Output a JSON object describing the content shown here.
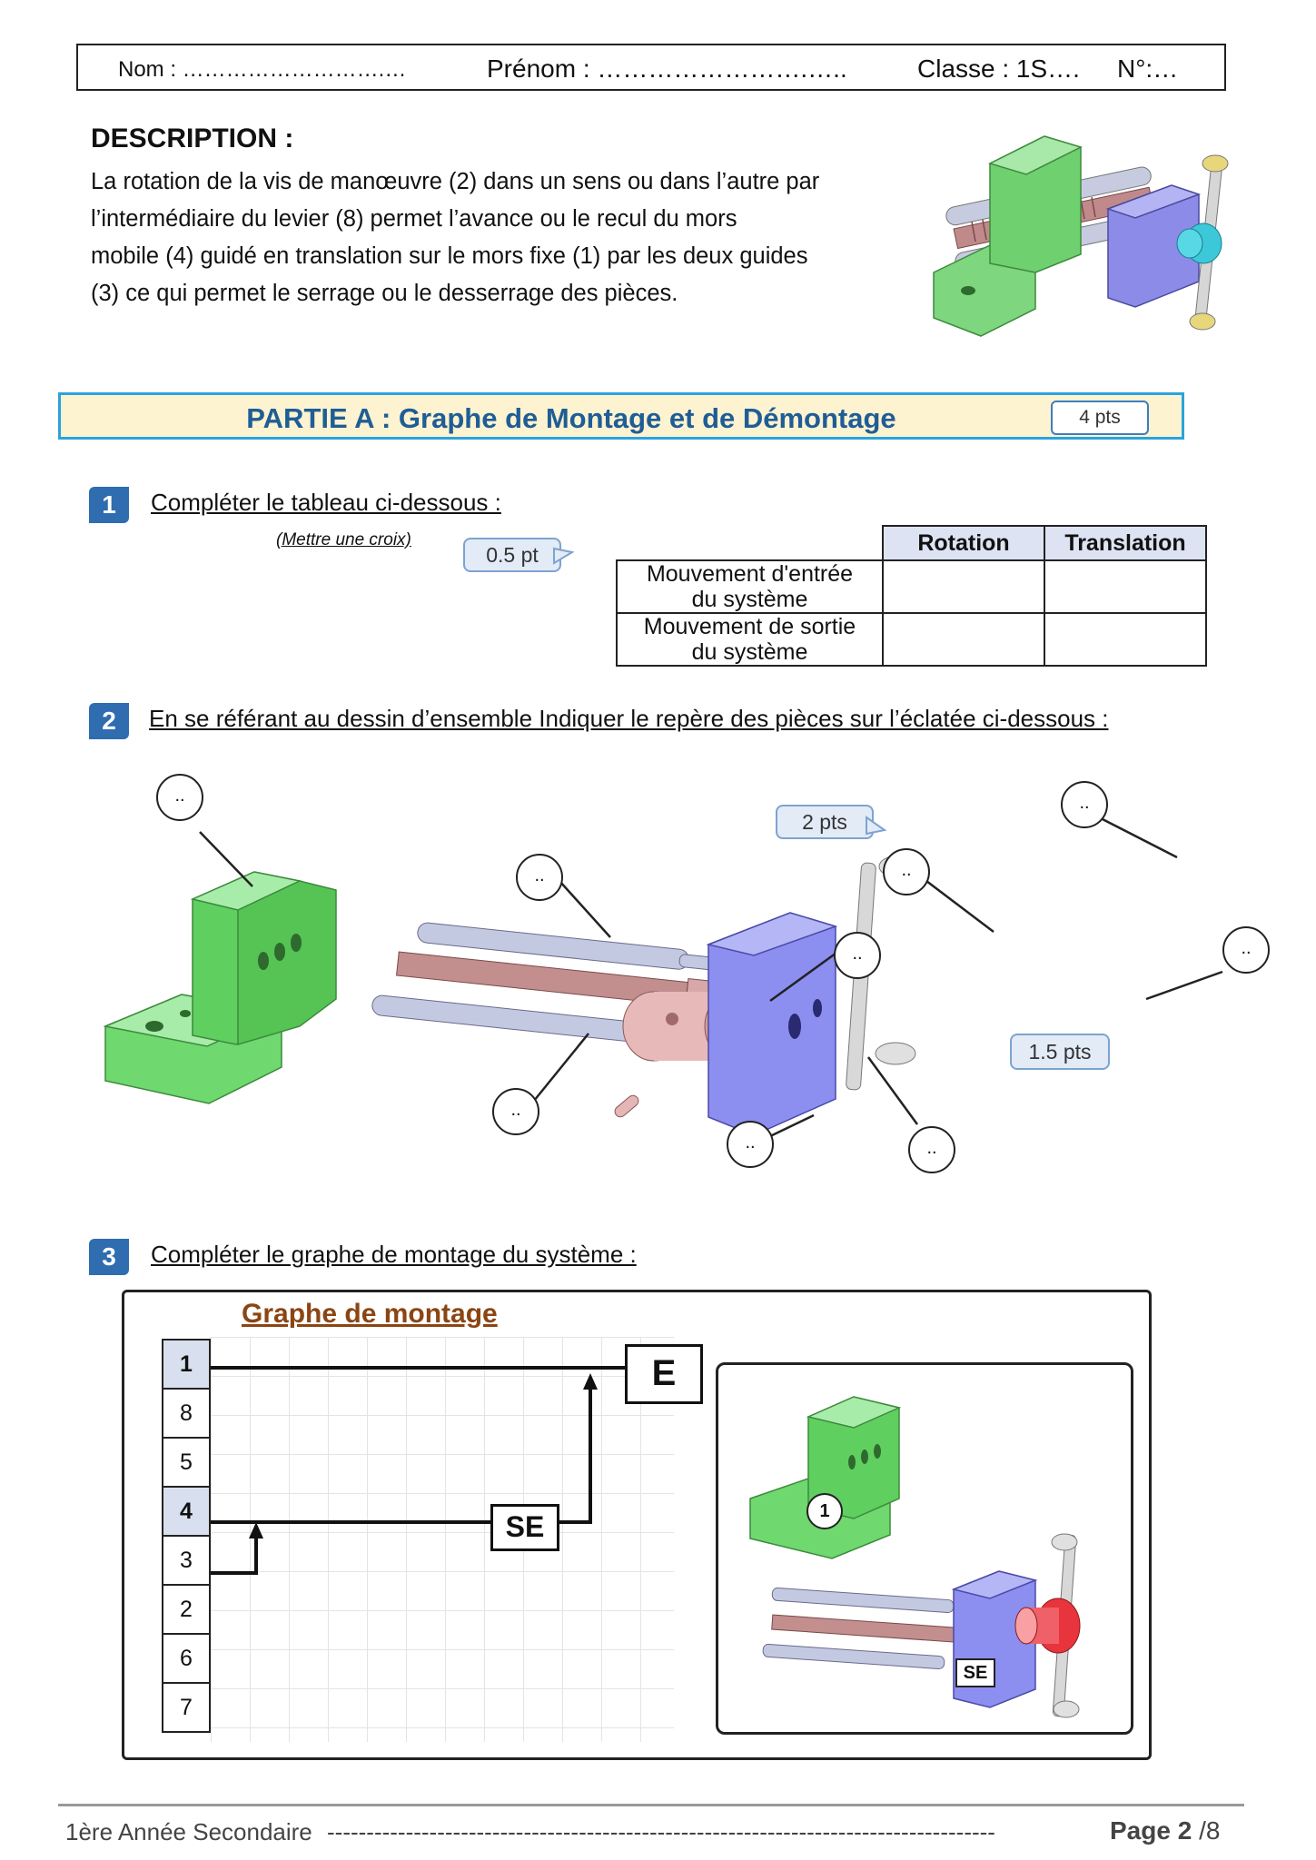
{
  "header": {
    "nom": "Nom : ……………………….…",
    "prenom": "Prénom : …………………….…..",
    "classe": "Classe : 1S….",
    "numero": "N°:…"
  },
  "description": {
    "title": "DESCRIPTION :",
    "lines": [
      "La rotation de la vis de manœuvre (2) dans un sens ou dans l’autre par",
      "l’intermédiaire du levier (8) permet l’avance ou le recul du mors",
      "mobile (4) guidé en translation sur le mors fixe (1) par les deux guides",
      "(3) ce qui permet le serrage ou le desserrage des pièces."
    ]
  },
  "partie": {
    "title": "PARTIE A : Graphe de Montage et de Démontage",
    "points": "4 pts"
  },
  "q1": {
    "num": "1",
    "text": "Compléter le tableau ci-dessous :",
    "note": "(Mettre une croix)",
    "points": "0.5 pt",
    "table": {
      "headers": [
        "Rotation",
        "Translation"
      ],
      "rows": [
        {
          "line1": "Mouvement d'entrée",
          "line2": "du système"
        },
        {
          "line1": "Mouvement de sortie",
          "line2": "du système"
        }
      ]
    }
  },
  "q2": {
    "num": "2",
    "text": "En se référant au dessin d’ensemble Indiquer le repère des pièces sur l’éclatée ci-dessous :",
    "points_a": "2 pts",
    "points_b": "1.5 pts",
    "callout": ".."
  },
  "q3": {
    "num": "3",
    "text": "Compléter le graphe de montage du système :",
    "graph_title": "Graphe de montage",
    "parts": [
      "1",
      "8",
      "5",
      "4",
      "3",
      "2",
      "6",
      "7"
    ],
    "label_e": "E",
    "label_se": "SE",
    "img_label_1": "1",
    "img_label_se": "SE"
  },
  "footer": {
    "left": "1ère Année Secondaire",
    "dashes": "-------------------------------------------------------------------------------------",
    "page_label": "Page 2",
    "page_total": "/8"
  }
}
